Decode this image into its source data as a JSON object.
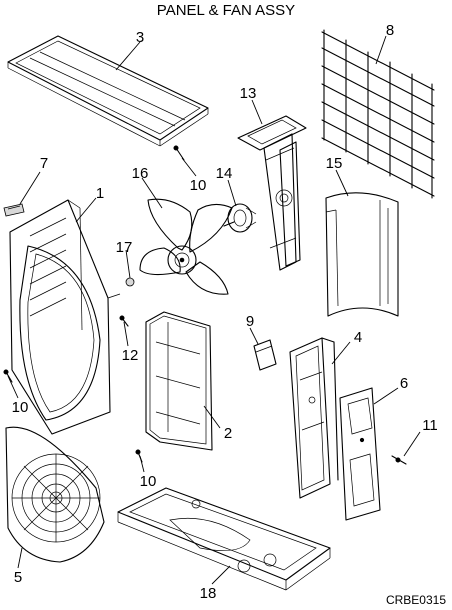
{
  "title": "PANEL & FAN ASSY",
  "drawing_code": "CRBE0315",
  "callouts": [
    "1",
    "2",
    "3",
    "4",
    "5",
    "6",
    "7",
    "8",
    "9",
    "10",
    "11",
    "12",
    "13",
    "14",
    "15",
    "16",
    "17",
    "18"
  ]
}
